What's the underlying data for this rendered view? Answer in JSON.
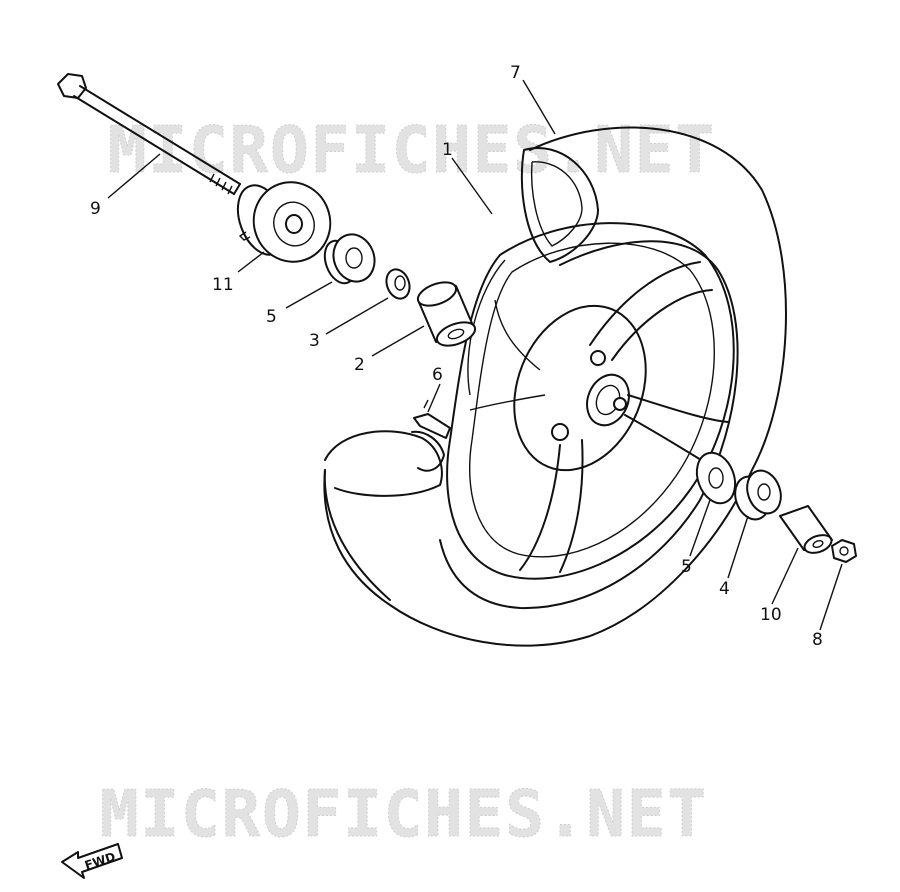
{
  "watermark": {
    "text": "MICROFICHES.NET"
  },
  "fwd_label": "FWD",
  "callouts": {
    "c1": "1",
    "c2": "2",
    "c3": "3",
    "c4": "4",
    "c5a": "5",
    "c5b": "5",
    "c6": "6",
    "c7": "7",
    "c8": "8",
    "c9": "9",
    "c10": "10",
    "c11": "11"
  }
}
